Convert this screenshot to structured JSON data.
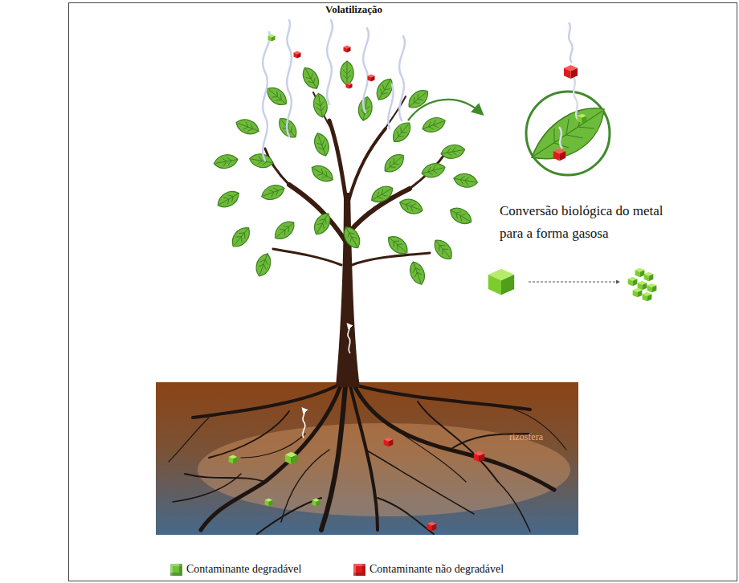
{
  "diagram": {
    "title": "Volatilização",
    "labels": [
      "Conversão biológica do metal para a forma gasosa",
      "rizosfera"
    ],
    "legend": [
      {
        "text": "Contaminante degradável",
        "color": "#6cc33a"
      },
      {
        "text": "Contaminante não degradável",
        "color": "#e01b1b"
      }
    ]
  }
}
